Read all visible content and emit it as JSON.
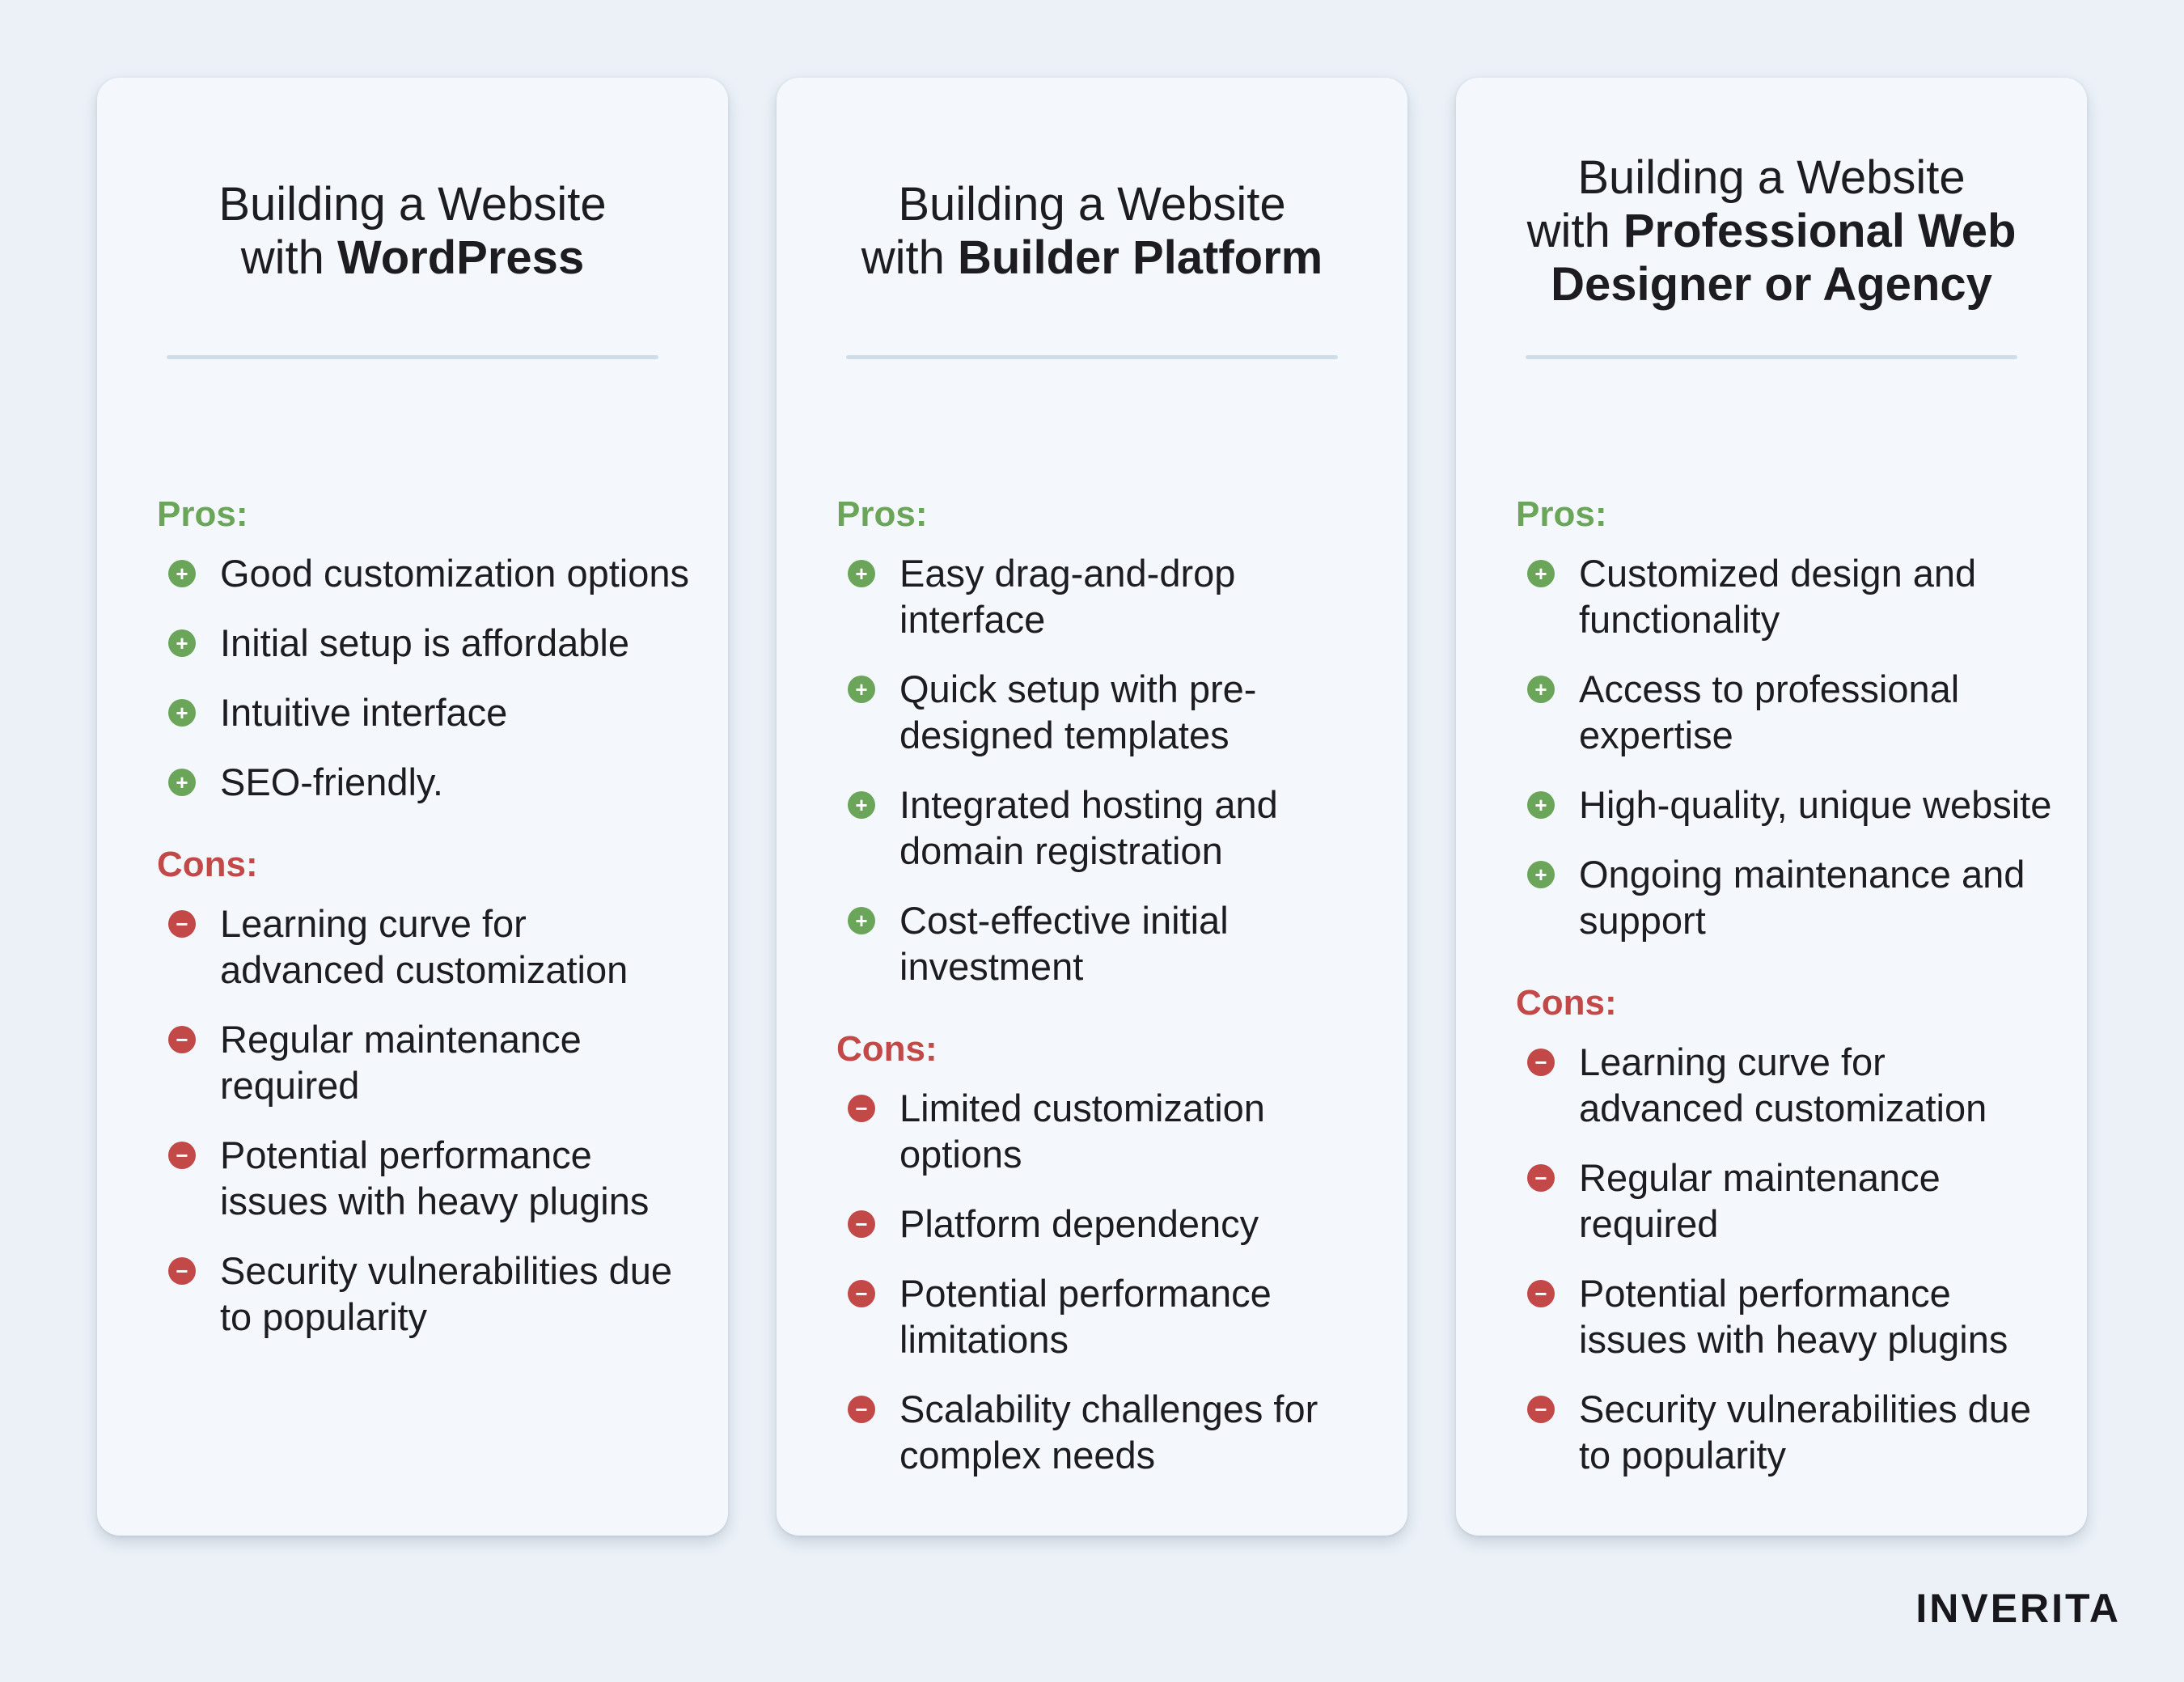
{
  "colors": {
    "background": "#ebf1f7",
    "card": "#f4f8fc",
    "pros_accent": "#6aa559",
    "cons_accent": "#c34848",
    "divider": "#cfdde9",
    "text": "#1c1c21"
  },
  "icons": {
    "pro": "plus-circle-icon",
    "con": "minus-circle-icon"
  },
  "cards": [
    {
      "title_line1": "Building a Website",
      "title_prefix": "with ",
      "title_bold": "WordPress",
      "pros_label": "Pros:",
      "cons_label": "Cons:",
      "pros": [
        "Good  customization options",
        "Initial setup is affordable",
        "Intuitive interface",
        "SEO-friendly."
      ],
      "cons": [
        "Learning curve for advanced customization",
        "Regular maintenance required",
        "Potential performance issues with heavy plugins",
        "Security vulnerabilities due to popularity"
      ]
    },
    {
      "title_line1": "Building a Website",
      "title_prefix": "with ",
      "title_bold": "Builder Platform",
      "pros_label": "Pros:",
      "cons_label": "Cons:",
      "pros": [
        "Easy drag-and-drop interface",
        "Quick setup with pre-designed templates",
        "Integrated hosting and domain registration",
        "Cost-effective initial investment"
      ],
      "cons": [
        "Limited customization options",
        "Platform dependency",
        "Potential performance limitations",
        "Scalability challenges for complex needs"
      ]
    },
    {
      "title_line1": "Building a Website",
      "title_prefix": "with ",
      "title_bold": "Professional Web Designer or Agency",
      "pros_label": "Pros:",
      "cons_label": "Cons:",
      "pros": [
        "Customized design and functionality",
        "Access to professional expertise",
        "High-quality, unique website",
        "Ongoing maintenance and support"
      ],
      "cons": [
        "Learning curve for advanced customization",
        "Regular maintenance required",
        "Potential performance issues with heavy plugins",
        "Security vulnerabilities due to popularity"
      ]
    }
  ],
  "brand": {
    "logo_text": "INVERITA"
  }
}
